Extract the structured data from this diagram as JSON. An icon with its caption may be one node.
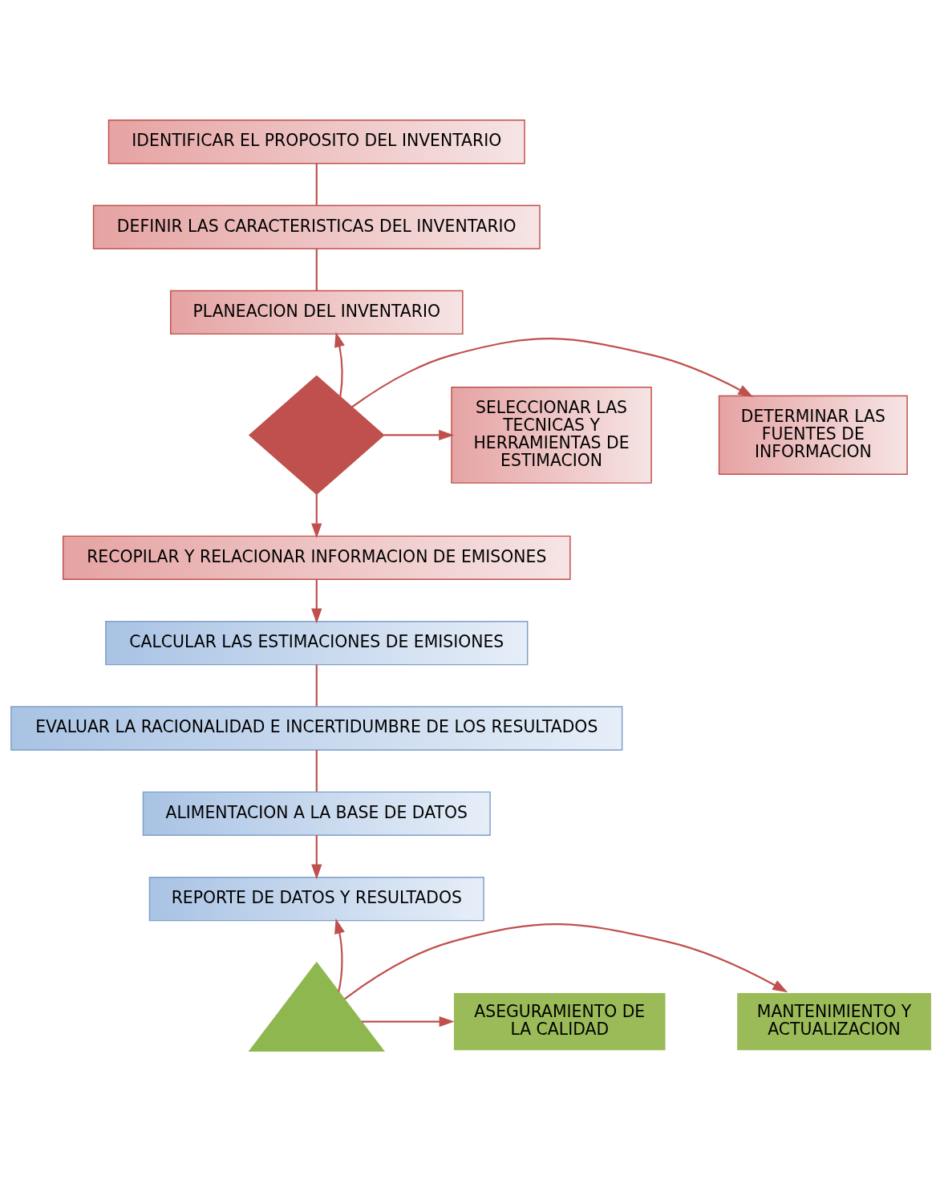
{
  "diagram": {
    "nodes": [
      {
        "text": [
          "IDENTIFICAR EL PROPOSITO DEL INVENTARIO"
        ]
      },
      {
        "text": [
          "DEFINIR LAS CARACTERISTICAS DEL INVENTARIO"
        ]
      },
      {
        "text": [
          "PLANEACION DEL INVENTARIO"
        ]
      },
      {
        "text": [
          "DETERMINAR LAS FUENTES DE INFORMACION"
        ]
      },
      {
        "text": [],
        "shape": "cross"
      },
      {
        "text": [
          "SELECCIONAR LAS TECNICAS Y HERRAMIENTAS DE ESTIMACION"
        ]
      },
      {
        "text": [
          "RECOPILAR Y RELACIONAR INFORMACION DE EMISONES"
        ]
      },
      {
        "text": [
          "CALCULAR LAS ESTIMACIONES DE EMISIONES"
        ]
      },
      {
        "text": [
          "EVALUAR LA RACIONALIDAD E INCERTIDUMBRE DE LOS RESULTADOS"
        ]
      },
      {
        "text": [
          "ALIMENTACION A LA BASE DE DATOS"
        ]
      },
      {
        "text": [
          "REPORTE DE DATOS Y RESULTADOS"
        ]
      },
      {
        "text": [
          "MANTENIMIENTO Y ACTUALIZACION"
        ]
      },
      {
        "text": [],
        "shape": "arrow"
      },
      {
        "text": [
          "ASEGURAMIENTO DE LA CALIDAD"
        ]
      }
    ],
    "edges": [
      {
        "from": 0,
        "to": 1,
        "arrow": "none"
      },
      {
        "from": 1,
        "to": 2,
        "arrow": "none"
      },
      {
        "from": 4,
        "to": 2,
        "arrow": "to"
      },
      {
        "from": 4,
        "to": 3,
        "arrow": "to"
      },
      {
        "from": 4,
        "to": 5,
        "arrow": "to"
      },
      {
        "from": 4,
        "to": 6,
        "arrow": "to"
      },
      {
        "from": 6,
        "to": 7,
        "arrow": "to"
      },
      {
        "from": 7,
        "to": 8,
        "arrow": "none"
      },
      {
        "from": 8,
        "to": 9,
        "arrow": "none"
      },
      {
        "from": 9,
        "to": 10,
        "arrow": "to"
      },
      {
        "from": 12,
        "to": 10,
        "arrow": "to"
      },
      {
        "from": 12,
        "to": 11,
        "arrow": "to"
      },
      {
        "from": 12,
        "to": 13,
        "arrow": "to"
      }
    ]
  }
}
